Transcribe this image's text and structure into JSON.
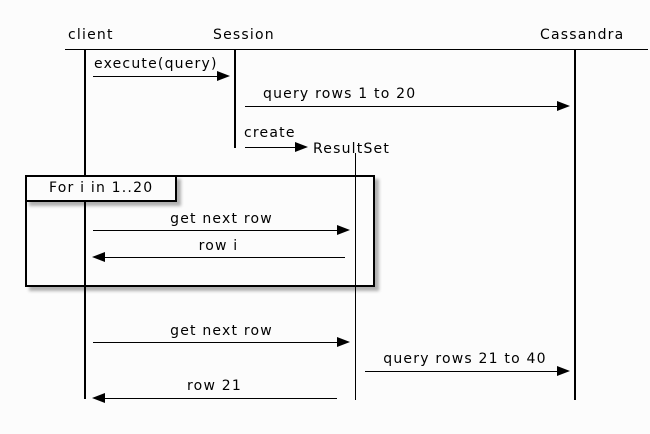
{
  "diagram": {
    "type": "uml-sequence-diagram",
    "participants": [
      {
        "id": "client",
        "label": "client"
      },
      {
        "id": "session",
        "label": "Session"
      },
      {
        "id": "cassandra",
        "label": "Cassandra"
      },
      {
        "id": "resultset",
        "label": "ResultSet"
      }
    ],
    "messages": [
      {
        "label": "execute(query)",
        "from": "client",
        "to": "session"
      },
      {
        "label": "query rows 1 to 20",
        "from": "session",
        "to": "cassandra"
      },
      {
        "label": "create",
        "from": "session",
        "to": "resultset"
      },
      {
        "label": "get next row",
        "from": "client",
        "to": "resultset"
      },
      {
        "label": "row i",
        "from": "resultset",
        "to": "client"
      },
      {
        "label": "get next row",
        "from": "client",
        "to": "resultset"
      },
      {
        "label": "query rows 21 to 40",
        "from": "resultset",
        "to": "cassandra"
      },
      {
        "label": "row 21",
        "from": "resultset",
        "to": "client"
      }
    ],
    "loop": {
      "label": "For i in 1..20",
      "contains": [
        "get next row",
        "row i"
      ]
    },
    "colors": {
      "line": "#000000",
      "background": "#fcfcfc",
      "shadow": "#b0b0b0"
    }
  }
}
